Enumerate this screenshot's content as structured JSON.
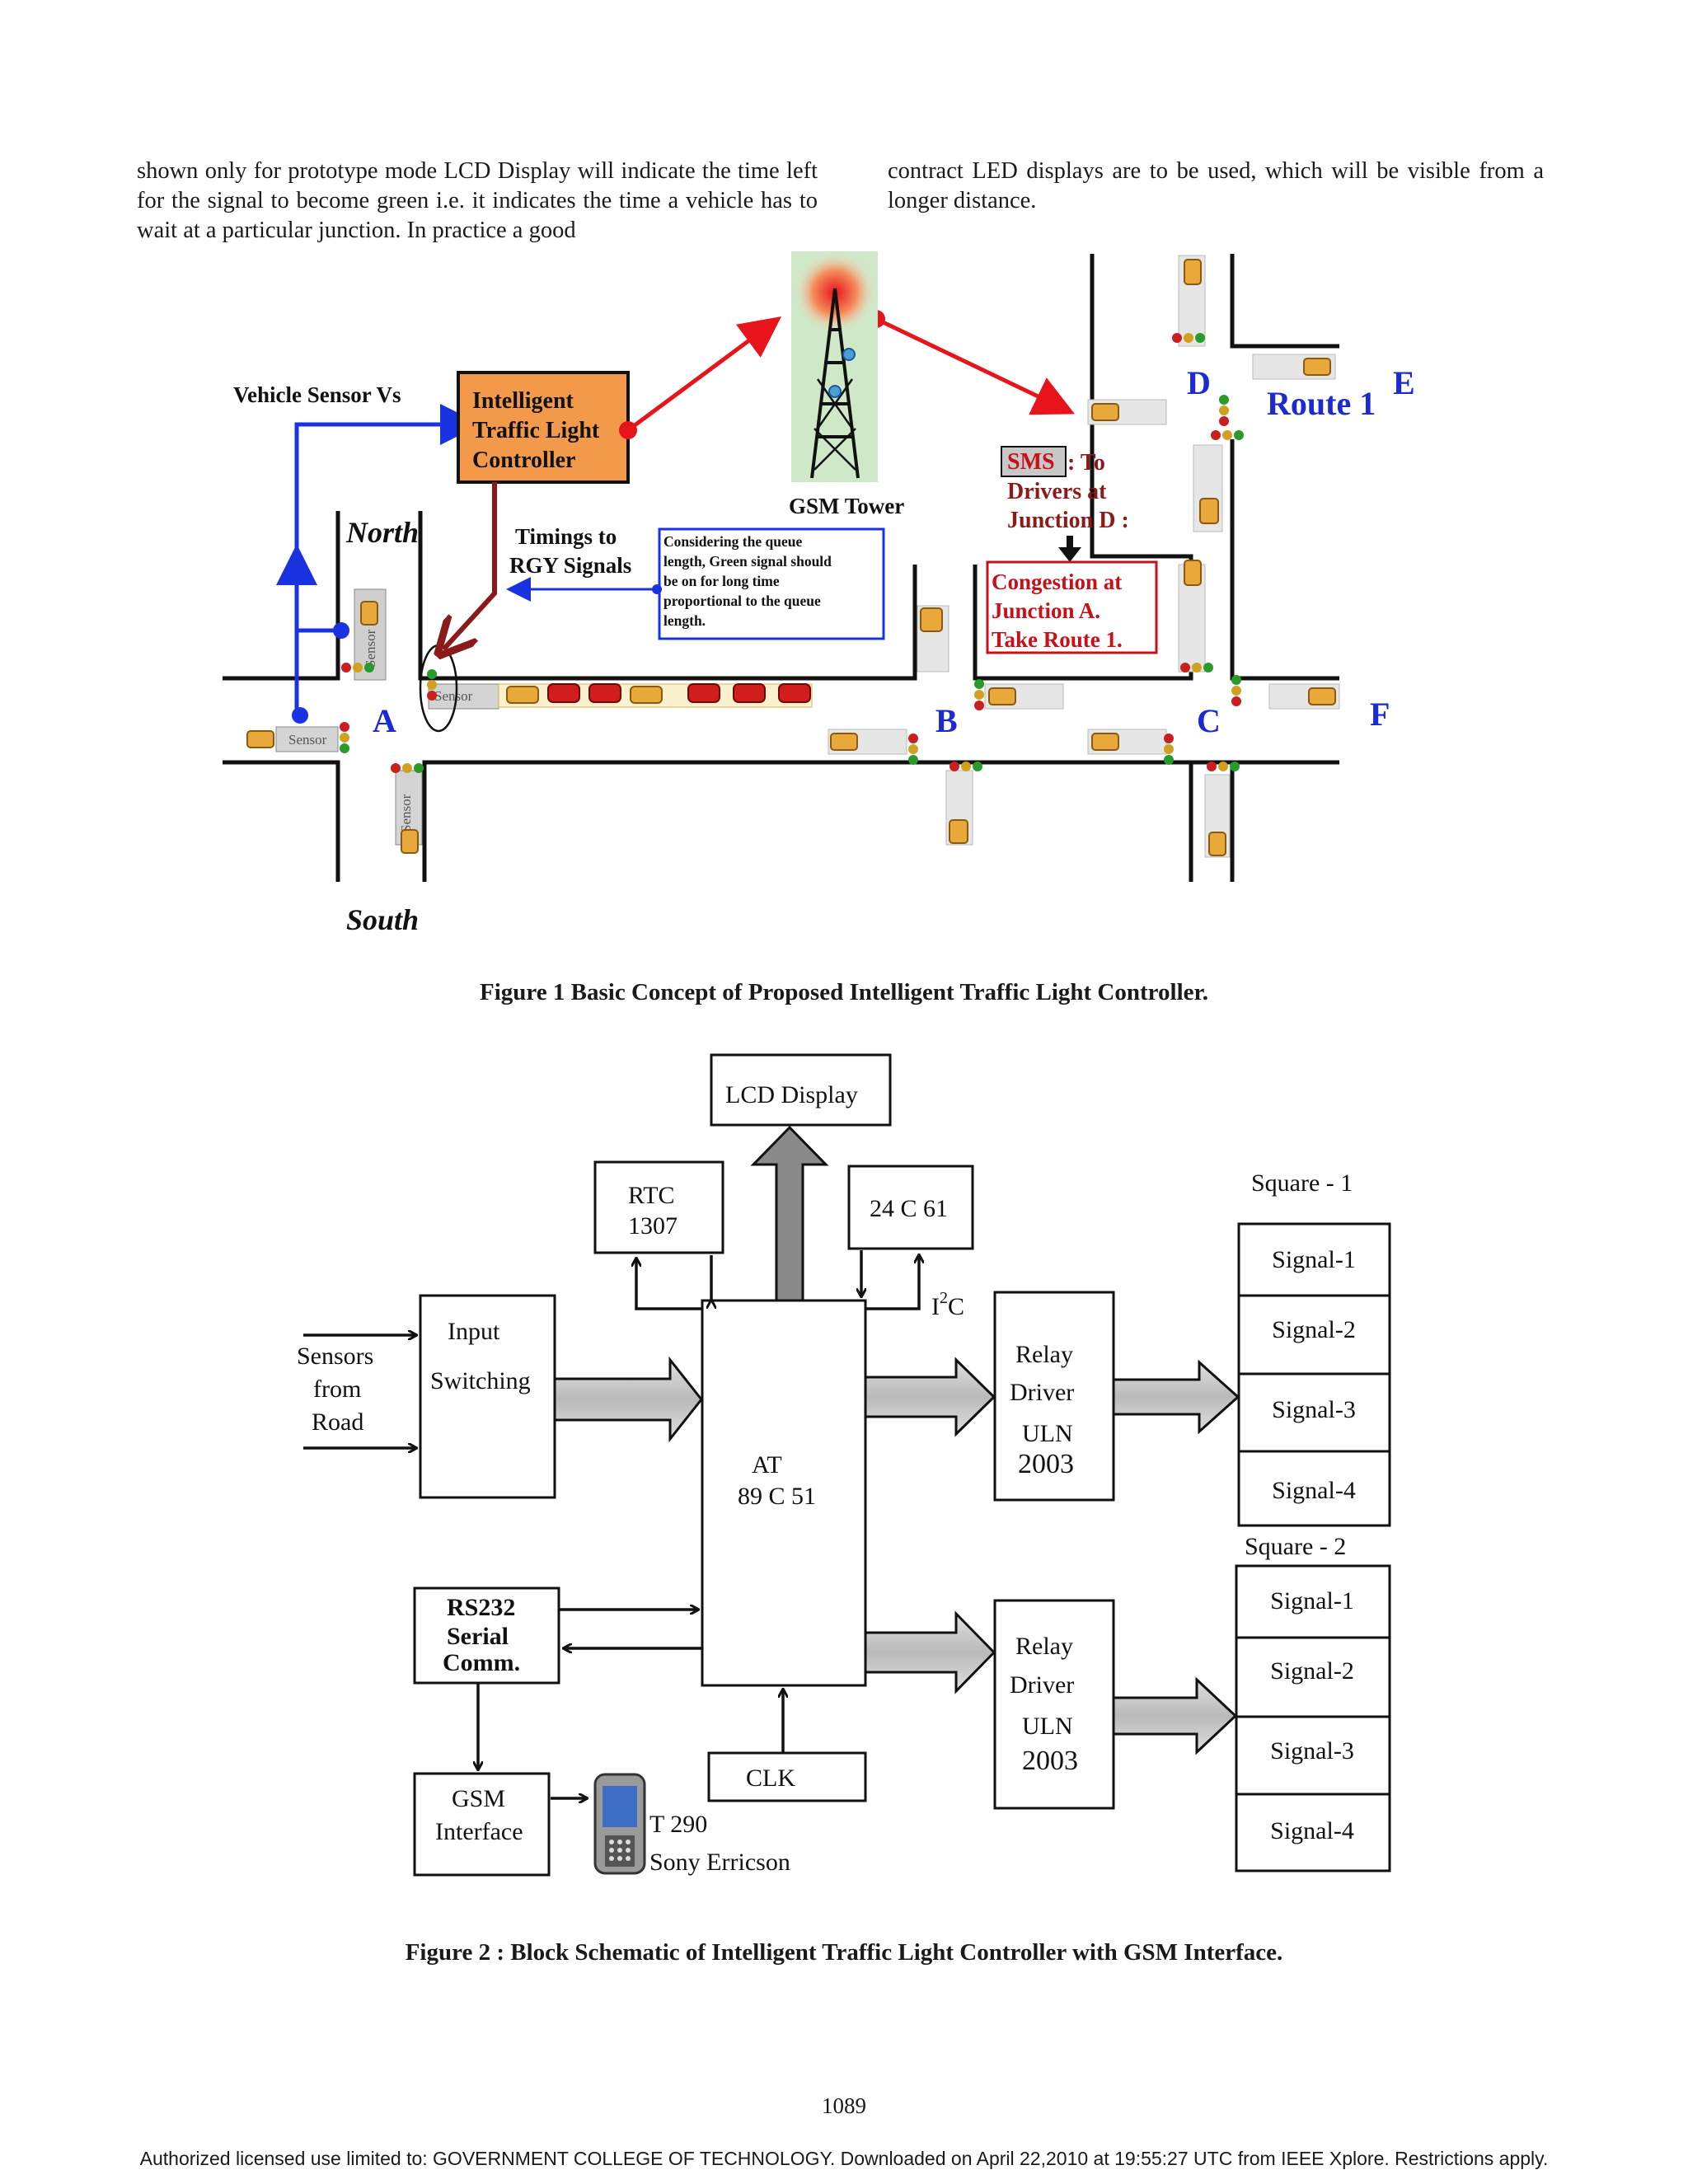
{
  "body_text": {
    "col1": "shown only for prototype mode LCD Display will indicate the time left for the signal to become green i.e. it indicates the time a vehicle has to wait at a particular junction. In practice a good",
    "col2": "contract LED displays are to be used, which will be visible from a longer distance."
  },
  "figure1": {
    "caption": "Figure 1 Basic Concept of Proposed Intelligent Traffic Light Controller.",
    "vehicle_sensor_label": "Vehicle Sensor Vs",
    "controller_lines": [
      "Intelligent",
      "Traffic Light",
      "Controller"
    ],
    "gsm_tower_label": "GSM Tower",
    "north_label": "North",
    "south_label": "South",
    "timings_lines": [
      "Timings to",
      "RGY Signals"
    ],
    "note_lines": [
      "Considering the queue",
      "length, Green signal should",
      "be on for long time",
      "proportional to the queue",
      "length."
    ],
    "sms_word": "SMS",
    "sms_lines": [
      ": To",
      "Drivers at",
      "Junction D :"
    ],
    "congestion_lines": [
      "Congestion at",
      "Junction A.",
      "Take Route 1."
    ],
    "route_label": "Route 1",
    "sensor_word": "Sensor",
    "junctions": {
      "A": "A",
      "B": "B",
      "C": "C",
      "D": "D",
      "E": "E",
      "F": "F"
    }
  },
  "figure2": {
    "caption": "Figure 2 : Block Schematic of Intelligent Traffic Light Controller with GSM Interface.",
    "lcd": "LCD Display",
    "rtc_lines": [
      "RTC",
      "1307"
    ],
    "eeprom": "24 C 61",
    "i2c": "I",
    "i2c_sup": "2",
    "i2c_c": "C",
    "sensors_lines": [
      "Sensors",
      "from",
      "Road"
    ],
    "input_lines": [
      "Input",
      "Switching"
    ],
    "mcu_lines": [
      "AT",
      "89 C 51"
    ],
    "relay_lines": [
      "Relay",
      "Driver",
      "ULN",
      "2003"
    ],
    "rs232_lines": [
      "RS232",
      "Serial",
      "Comm."
    ],
    "gsm_lines": [
      "GSM",
      "Interface"
    ],
    "clk": "CLK",
    "phone_lines": [
      "T 290",
      "Sony Erricson"
    ],
    "square1": "Square - 1",
    "square2": "Square - 2",
    "signals": [
      "Signal-1",
      "Signal-2",
      "Signal-3",
      "Signal-4"
    ]
  },
  "page_number": "1089",
  "footer": "Authorized licensed use limited to: GOVERNMENT COLLEGE OF TECHNOLOGY. Downloaded on April 22,2010 at 19:55:27 UTC from IEEE Xplore.  Restrictions apply.",
  "colors": {
    "controller_fill": "#f39a4a",
    "arrow_red": "#e8141b",
    "arrow_blue": "#1a33e0",
    "arrow_brown": "#8b1a1a",
    "label_blue": "#1c2ad0",
    "label_red": "#c8101a"
  }
}
